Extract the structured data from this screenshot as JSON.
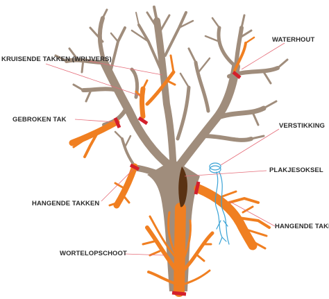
{
  "labels": {
    "kruisende_takken": "KRUISENDE TAKKEN (WRIJVERS)",
    "waterhout": "WATERHOUT",
    "gebroken_tak": "GEBROKEN TAK",
    "verstikking": "VERSTIKKING",
    "plakjesoksel": "PLAKJESOKSEL",
    "hangende_takken_left": "HANGENDE TAKKEN",
    "hangende_takken_right": "HANGENDE TAKKEN",
    "wortelopschoot": "WORTELOPSCHOOT"
  },
  "colors": {
    "tree": "#a08d7c",
    "problem_branch": "#f07f21",
    "cut_mark": "#d4202c",
    "leader_line": "#e56b78",
    "wire": "#3aa3d6",
    "cavity": "#5a3212",
    "text": "#2a2a2a"
  }
}
